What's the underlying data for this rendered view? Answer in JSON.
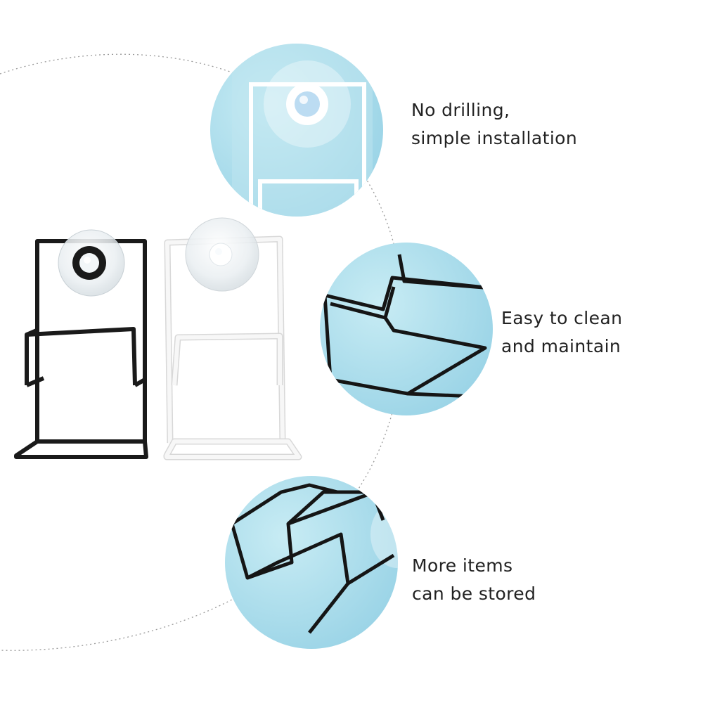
{
  "features": [
    {
      "line1": "No drilling,",
      "line2": "simple installation"
    },
    {
      "line1": "Easy to clean",
      "line2": "and maintain"
    },
    {
      "line1": "More items",
      "line2": "can be stored"
    }
  ],
  "colors": {
    "circle_fill": "#a9dcea",
    "circle_fill_light": "#c8ecf4",
    "black_rack": "#1a1a1a",
    "white_rack": "#f4f4f4",
    "dotted_line": "#9a9a9a",
    "text": "#222222"
  }
}
